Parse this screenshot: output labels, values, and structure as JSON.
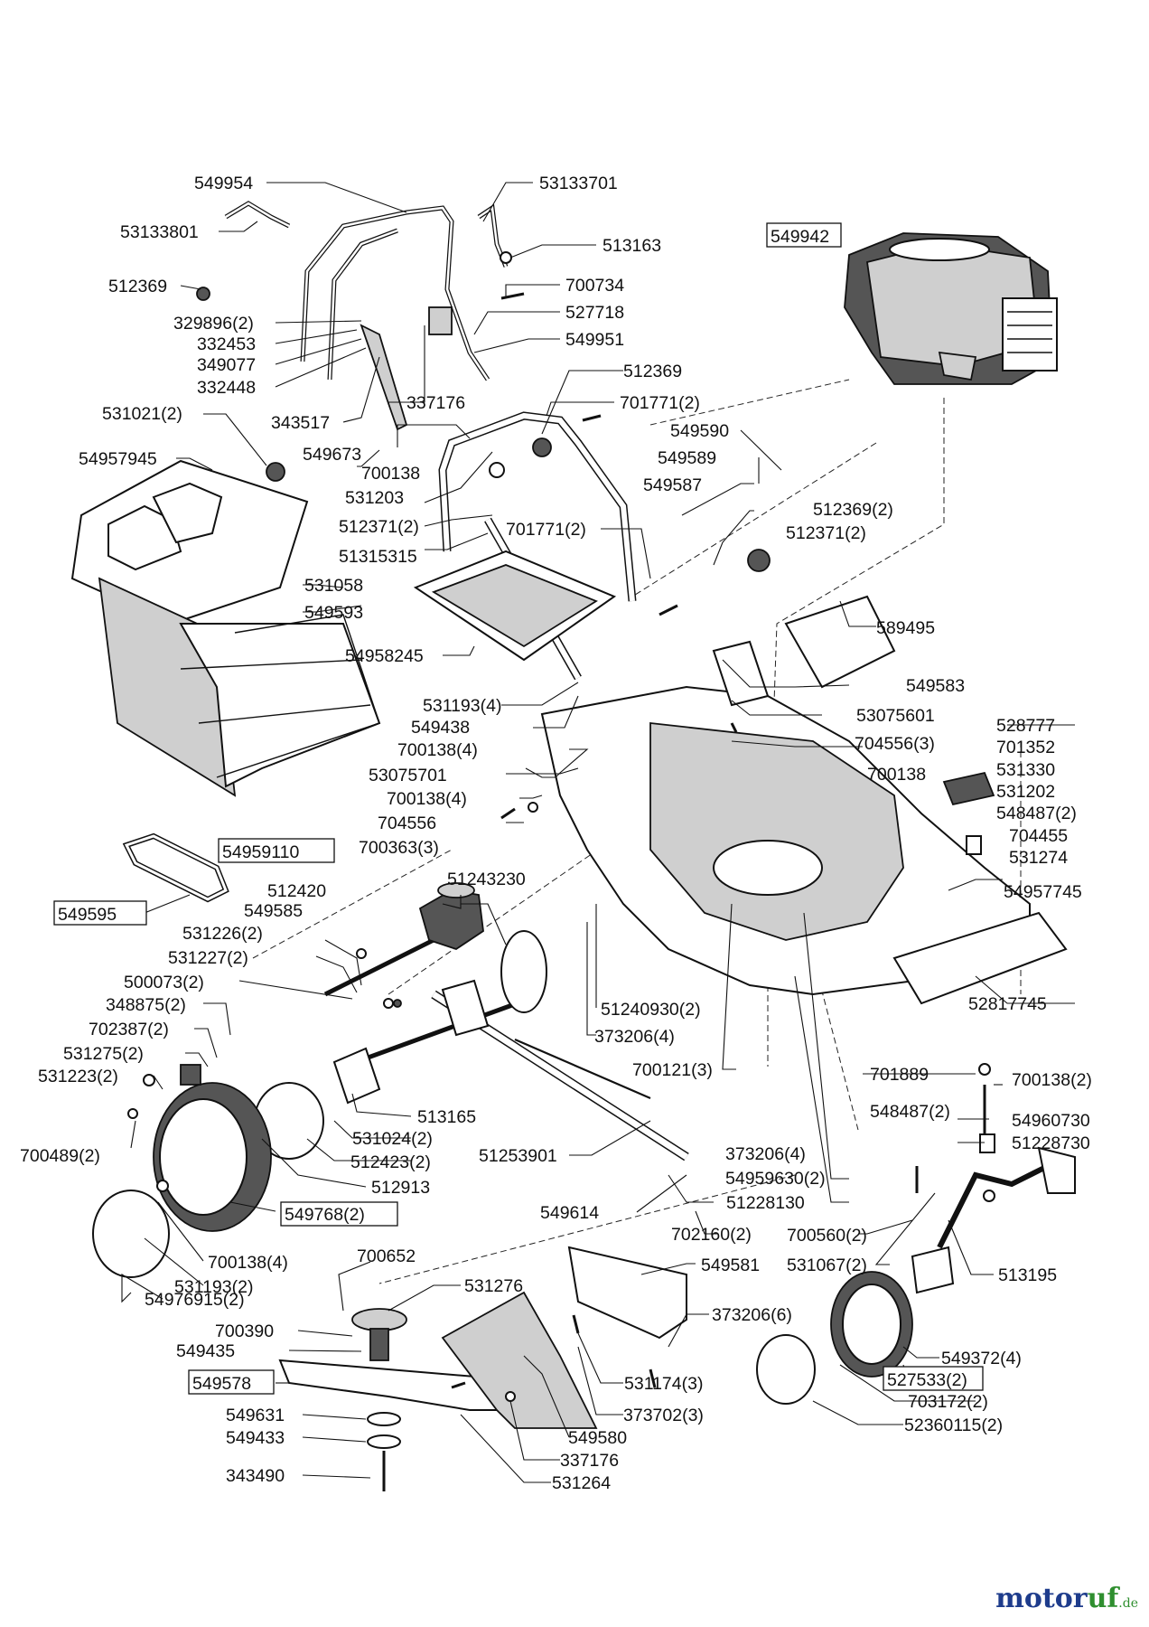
{
  "labels": {
    "l549954": "549954",
    "l53133701": "53133701",
    "l53133801": "53133801",
    "l513163": "513163",
    "l549942": "549942",
    "l512369a": "512369",
    "l700734": "700734",
    "l329896": "329896(2)",
    "l527718": "527718",
    "l332453": "332453",
    "l549951": "549951",
    "l349077": "349077",
    "l332448": "332448",
    "l337176a": "337176",
    "l512369b": "512369",
    "l343517": "343517",
    "l701771a": "701771(2)",
    "l531021": "531021(2)",
    "l549673": "549673",
    "l549590": "549590",
    "l700138a": "700138",
    "l549589": "549589",
    "l54957945": "54957945",
    "l531203": "531203",
    "l549587": "549587",
    "l512371a": "512371(2)",
    "l701771b": "701771(2)",
    "l512369c": "512369(2)",
    "l512371b": "512371(2)",
    "l51315315": "51315315",
    "l531058": "531058",
    "l549593": "549593",
    "l589495": "589495",
    "l54958245": "54958245",
    "l549583": "549583",
    "l531193a": "531193(4)",
    "l53075601": "53075601",
    "l549438": "549438",
    "l528777": "528777",
    "l704556a": "704556(3)",
    "l700138b": "700138(4)",
    "l701352": "701352",
    "l53075701": "53075701",
    "l700138c": "700138",
    "l531330": "531330",
    "l700138d": "700138(4)",
    "l531202": "531202",
    "l704556b": "704556",
    "l548487a": "548487(2)",
    "l700363": "700363(3)",
    "l704455": "704455",
    "l54959110": "54959110",
    "l531274": "531274",
    "l512420": "512420",
    "l51243230": "51243230",
    "l54957745": "54957745",
    "l549595": "549595",
    "l549585": "549585",
    "l531226": "531226(2)",
    "l531227": "531227(2)",
    "l500073": "500073(2)",
    "l52817745": "52817745",
    "l51240930": "51240930(2)",
    "l348875": "348875(2)",
    "l373206a": "373206(4)",
    "l702387": "702387(2)",
    "l531275": "531275(2)",
    "l700121": "700121(3)",
    "l531223": "531223(2)",
    "l701889": "701889",
    "l700138e": "700138(2)",
    "l513165": "513165",
    "l548487b": "548487(2)",
    "l54960730": "54960730",
    "l531024": "531024(2)",
    "l51228730": "51228730",
    "l700489": "700489(2)",
    "l51253901": "51253901",
    "l512423": "512423(2)",
    "l373206b": "373206(4)",
    "l54959630": "54959630(2)",
    "l512913": "512913",
    "l51228130": "51228130",
    "l549614": "549614",
    "l549768": "549768(2)",
    "l702160": "702160(2)",
    "l700560": "700560(2)",
    "l700138f": "700138(4)",
    "l531067": "531067(2)",
    "l700652": "700652",
    "l549581": "549581",
    "l531193b": "531193(2)",
    "l513195": "513195",
    "l531276": "531276",
    "l54976915": "54976915(2)",
    "l373206c": "373206(6)",
    "l700390": "700390",
    "l549435": "549435",
    "l549372": "549372(4)",
    "l527533": "527533(2)",
    "l549578": "549578",
    "l531174": "531174(3)",
    "l703172": "703172(2)",
    "l373702": "373702(3)",
    "l52360115": "52360115(2)",
    "l549631": "549631",
    "l549580": "549580",
    "l549433": "549433",
    "l337176b": "337176",
    "l343490": "343490",
    "l531264": "531264"
  },
  "watermark": {
    "main": "motor",
    "accent": "uf",
    "suffix": ".de"
  }
}
